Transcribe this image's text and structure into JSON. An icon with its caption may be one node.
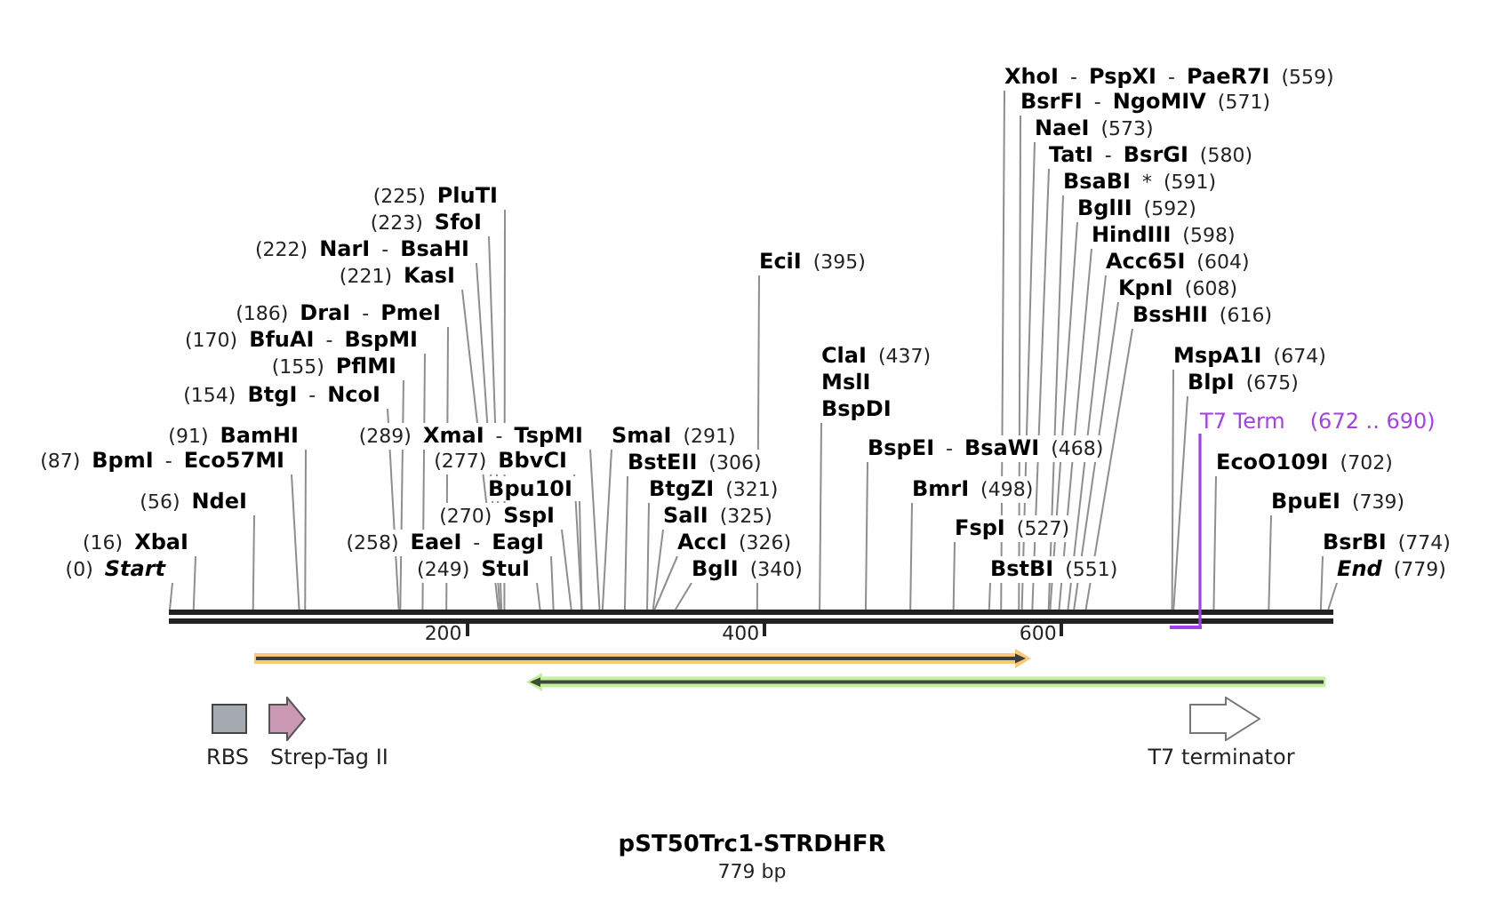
{
  "diagram": {
    "title": "pST50Trc1-STRDHFR",
    "caption": "779 bp",
    "nodes": [
      {
        "text": [
          "**XhoI** - **PspXI** - **PaeR7I** (559)"
        ]
      },
      {
        "text": [
          "**BsrFI** - **NgoMIV** (571)"
        ]
      },
      {
        "text": [
          "**NaeI** (573)"
        ]
      },
      {
        "text": [
          "**TatI** - **BsrGI** (580)"
        ]
      },
      {
        "text": [
          "**BsaBI** * (591)"
        ]
      },
      {
        "text": [
          "(225) **PluTI**"
        ]
      },
      {
        "text": [
          "**BglII** (592)"
        ]
      },
      {
        "text": [
          "(223) **SfoI**"
        ]
      },
      {
        "text": [
          "**HindIII** (598)"
        ]
      },
      {
        "text": [
          "(222) **NarI** - **BsaHI**"
        ]
      },
      {
        "text": [
          "**EciI** (395)"
        ]
      },
      {
        "text": [
          "**Acc65I** (604)"
        ]
      },
      {
        "text": [
          "(221) **KasI**"
        ]
      },
      {
        "text": [
          "**KpnI** (608)"
        ]
      },
      {
        "text": [
          "(186) **DraI** - **PmeI**"
        ]
      },
      {
        "text": [
          "**BssHII** (616)"
        ]
      },
      {
        "text": [
          "(170) **BfuAI** - **BspMI**"
        ]
      },
      {
        "text": [
          "**ClaI** (437)",
          "MslI",
          "BspDI"
        ]
      },
      {
        "text": [
          "**MspA1I** (674)"
        ]
      },
      {
        "text": [
          "(155) **PflMI**"
        ]
      },
      {
        "text": [
          "**BlpI** (675)"
        ]
      },
      {
        "text": [
          "(154) **BtgI** - **NcoI**"
        ]
      },
      {
        "text": [
          "T7 Term",
          "(672 .. 690)"
        ]
      },
      {
        "text": [
          "(91) **BamHI**"
        ]
      },
      {
        "text": [
          "(289) **XmaI** - **TspMI**"
        ]
      },
      {
        "text": [
          "**SmaI** (291)"
        ]
      },
      {
        "text": [
          "**BspEI** - **BsaWI** (468)"
        ]
      },
      {
        "text": [
          "(87) **BpmI** - **Eco57MI**"
        ]
      },
      {
        "text": [
          "(277) **BbvCI**"
        ]
      },
      {
        "text": [
          "**BstEII** (306)"
        ]
      },
      {
        "text": [
          "**EcoO109I** (702)"
        ]
      },
      {
        "text": [
          "Bpu10I"
        ]
      },
      {
        "text": [
          "**BtgZI** (321)"
        ]
      },
      {
        "text": [
          "**BmrI** (498)"
        ]
      },
      {
        "text": [
          "(56) **NdeI**"
        ]
      },
      {
        "text": [
          "**BpuEI** (739)"
        ]
      },
      {
        "text": [
          "(270) **SspI**"
        ]
      },
      {
        "text": [
          "**SalI** (325)"
        ]
      },
      {
        "text": [
          "**FspI** (527)"
        ]
      },
      {
        "text": [
          "(16) **XbaI**"
        ]
      },
      {
        "text": [
          "(258) **EaeI** - **EagI**"
        ]
      },
      {
        "text": [
          "**AccI** (326)"
        ]
      },
      {
        "text": [
          "**BsrBI** (774)"
        ]
      },
      {
        "text": [
          "(0) *Start*"
        ]
      },
      {
        "text": [
          "(249) **StuI**"
        ]
      },
      {
        "text": [
          "**BglI** (340)"
        ]
      },
      {
        "text": [
          "**BstBI** (551)"
        ]
      },
      {
        "text": [
          "*End* (779)"
        ]
      },
      {
        "text": [],
        "shape": "bar"
      },
      {
        "text": [],
        "shape": "bar"
      }
    ],
    "edges": [
      {
        "from": 0,
        "to": 48,
        "arrow": "none"
      },
      {
        "from": 1,
        "to": 48,
        "arrow": "none"
      },
      {
        "from": 2,
        "to": 48,
        "arrow": "none"
      },
      {
        "from": 3,
        "to": 48,
        "arrow": "none"
      },
      {
        "from": 4,
        "to": 48,
        "arrow": "none"
      },
      {
        "from": 5,
        "to": 48,
        "arrow": "none"
      },
      {
        "from": 6,
        "to": 48,
        "arrow": "none"
      },
      {
        "from": 7,
        "to": 48,
        "arrow": "none"
      },
      {
        "from": 8,
        "to": 48,
        "arrow": "none"
      },
      {
        "from": 9,
        "to": 48,
        "arrow": "none"
      },
      {
        "from": 10,
        "to": 48,
        "arrow": "none"
      },
      {
        "from": 11,
        "to": 48,
        "arrow": "none"
      },
      {
        "from": 12,
        "to": 48,
        "arrow": "none"
      },
      {
        "from": 13,
        "to": 48,
        "arrow": "none"
      },
      {
        "from": 14,
        "to": 48,
        "arrow": "none"
      },
      {
        "from": 15,
        "to": 48,
        "arrow": "none"
      },
      {
        "from": 16,
        "to": 48,
        "arrow": "none"
      },
      {
        "from": 17,
        "to": 48,
        "arrow": "none"
      },
      {
        "from": 18,
        "to": 48,
        "arrow": "none"
      },
      {
        "from": 19,
        "to": 48,
        "arrow": "none"
      },
      {
        "from": 20,
        "to": 48,
        "arrow": "none"
      },
      {
        "from": 21,
        "to": 48,
        "arrow": "none"
      },
      {
        "from": 22,
        "to": 49,
        "arrow": "none",
        "color": "#a53ef0"
      },
      {
        "from": 23,
        "to": 48,
        "arrow": "none"
      },
      {
        "from": 24,
        "to": 48,
        "arrow": "none"
      },
      {
        "from": 25,
        "to": 48,
        "arrow": "none"
      },
      {
        "from": 26,
        "to": 48,
        "arrow": "none"
      },
      {
        "from": 27,
        "to": 48,
        "arrow": "none"
      },
      {
        "from": 28,
        "to": 48,
        "arrow": "none"
      },
      {
        "from": 29,
        "to": 48,
        "arrow": "none"
      },
      {
        "from": 30,
        "to": 48,
        "arrow": "none"
      },
      {
        "from": 31,
        "to": 48,
        "arrow": "none"
      },
      {
        "from": 32,
        "to": 48,
        "arrow": "none"
      },
      {
        "from": 33,
        "to": 48,
        "arrow": "none"
      },
      {
        "from": 34,
        "to": 48,
        "arrow": "none"
      },
      {
        "from": 35,
        "to": 48,
        "arrow": "none"
      },
      {
        "from": 36,
        "to": 48,
        "arrow": "none"
      },
      {
        "from": 37,
        "to": 48,
        "arrow": "none"
      },
      {
        "from": 38,
        "to": 48,
        "arrow": "none"
      },
      {
        "from": 39,
        "to": 48,
        "arrow": "none"
      },
      {
        "from": 40,
        "to": 48,
        "arrow": "none"
      },
      {
        "from": 41,
        "to": 48,
        "arrow": "none"
      },
      {
        "from": 42,
        "to": 48,
        "arrow": "none"
      },
      {
        "from": 43,
        "to": 48,
        "arrow": "none"
      },
      {
        "from": 44,
        "to": 48,
        "arrow": "none"
      },
      {
        "from": 45,
        "to": 48,
        "arrow": "none"
      },
      {
        "from": 46,
        "to": 48,
        "arrow": "none"
      },
      {
        "from": 47,
        "to": 48,
        "arrow": "none"
      }
    ],
    "labels": [
      "200",
      "400",
      "600"
    ],
    "legend": [
      {
        "text": "RBS",
        "color": "#a5aab1"
      },
      {
        "text": "Strep-Tag II",
        "color": "#cb98b4"
      },
      {
        "text": "T7 terminator"
      }
    ]
  }
}
